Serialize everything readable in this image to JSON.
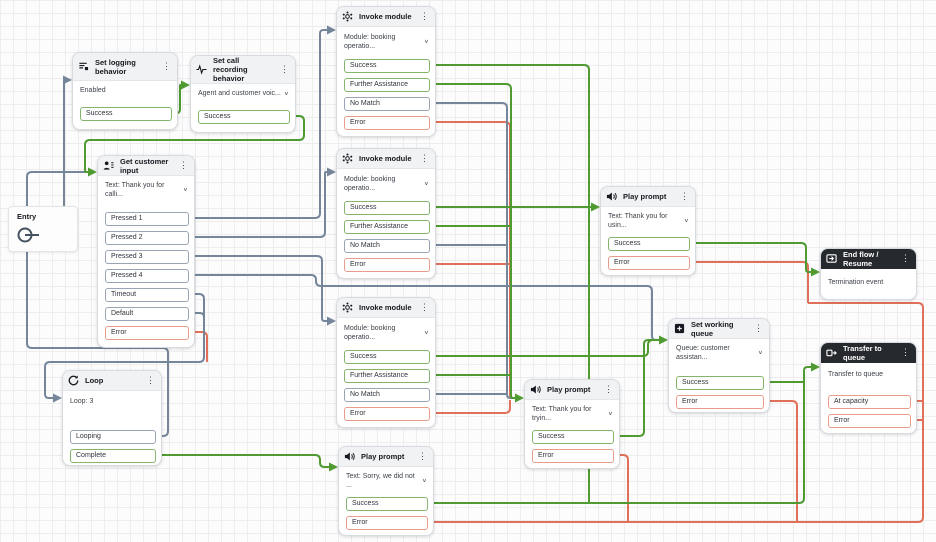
{
  "canvas": {
    "entry_label": "Entry",
    "kebab_glyph": "⋮",
    "chevron_glyph": "∨",
    "colors": {
      "success": "#4f9a31",
      "neutral": "#75869b",
      "error": "#e0705a"
    }
  },
  "nodes": [
    {
      "id": "set-logging-behavior",
      "title": "Set logging behavior",
      "icon": "logging-icon",
      "variant": "light",
      "body": [
        {
          "type": "text",
          "value": "Enabled"
        }
      ],
      "outputs": [
        {
          "label": "Success",
          "kind": "success"
        }
      ]
    },
    {
      "id": "set-call-recording-behavior",
      "title": "Set call recording behavior",
      "icon": "call-recording-icon",
      "variant": "light",
      "body": [
        {
          "type": "dropdown",
          "value": "Agent and customer voic..."
        }
      ],
      "outputs": [
        {
          "label": "Success",
          "kind": "success"
        }
      ]
    },
    {
      "id": "invoke-module-1",
      "title": "Invoke module",
      "icon": "invoke-module-icon",
      "variant": "light",
      "body": [
        {
          "type": "dropdown",
          "value": "Module: booking operatio..."
        }
      ],
      "outputs": [
        {
          "label": "Success",
          "kind": "success"
        },
        {
          "label": "Further Assistance",
          "kind": "success"
        },
        {
          "label": "No Match",
          "kind": "neutral"
        },
        {
          "label": "Error",
          "kind": "error"
        }
      ]
    },
    {
      "id": "get-customer-input",
      "title": "Get customer input",
      "icon": "customer-input-icon",
      "variant": "light",
      "body": [
        {
          "type": "dropdown",
          "value": "Text: Thank you for calli..."
        }
      ],
      "outputs": [
        {
          "label": "Pressed 1",
          "kind": "neutral"
        },
        {
          "label": "Pressed 2",
          "kind": "neutral"
        },
        {
          "label": "Pressed 3",
          "kind": "neutral"
        },
        {
          "label": "Pressed 4",
          "kind": "neutral"
        },
        {
          "label": "Timeout",
          "kind": "neutral"
        },
        {
          "label": "Default",
          "kind": "neutral"
        },
        {
          "label": "Error",
          "kind": "error"
        }
      ]
    },
    {
      "id": "invoke-module-2",
      "title": "Invoke module",
      "icon": "invoke-module-icon",
      "variant": "light",
      "body": [
        {
          "type": "dropdown",
          "value": "Module: booking operatio..."
        }
      ],
      "outputs": [
        {
          "label": "Success",
          "kind": "success"
        },
        {
          "label": "Further Assistance",
          "kind": "success"
        },
        {
          "label": "No Match",
          "kind": "neutral"
        },
        {
          "label": "Error",
          "kind": "error"
        }
      ]
    },
    {
      "id": "invoke-module-3",
      "title": "Invoke module",
      "icon": "invoke-module-icon",
      "variant": "light",
      "body": [
        {
          "type": "dropdown",
          "value": "Module: booking operatio..."
        }
      ],
      "outputs": [
        {
          "label": "Success",
          "kind": "success"
        },
        {
          "label": "Further Assistance",
          "kind": "success"
        },
        {
          "label": "No Match",
          "kind": "neutral"
        },
        {
          "label": "Error",
          "kind": "error"
        }
      ]
    },
    {
      "id": "play-prompt-1",
      "title": "Play prompt",
      "icon": "play-prompt-icon",
      "variant": "light",
      "body": [
        {
          "type": "dropdown",
          "value": "Text: Thank you for usin..."
        }
      ],
      "outputs": [
        {
          "label": "Success",
          "kind": "success"
        },
        {
          "label": "Error",
          "kind": "error"
        }
      ]
    },
    {
      "id": "play-prompt-2",
      "title": "Play prompt",
      "icon": "play-prompt-icon",
      "variant": "light",
      "body": [
        {
          "type": "dropdown",
          "value": "Text: Thank you for tryin..."
        }
      ],
      "outputs": [
        {
          "label": "Success",
          "kind": "success"
        },
        {
          "label": "Error",
          "kind": "error"
        }
      ]
    },
    {
      "id": "play-prompt-3",
      "title": "Play prompt",
      "icon": "play-prompt-icon",
      "variant": "light",
      "body": [
        {
          "type": "dropdown",
          "value": "Text: Sorry, we did not ..."
        }
      ],
      "outputs": [
        {
          "label": "Success",
          "kind": "success"
        },
        {
          "label": "Error",
          "kind": "error"
        }
      ]
    },
    {
      "id": "loop",
      "title": "Loop",
      "icon": "loop-icon",
      "variant": "light",
      "body": [
        {
          "type": "text",
          "value": "Loop: 3"
        }
      ],
      "outputs": [
        {
          "label": "Looping",
          "kind": "neutral"
        },
        {
          "label": "Complete",
          "kind": "success"
        }
      ]
    },
    {
      "id": "set-working-queue",
      "title": "Set working queue",
      "icon": "working-queue-icon",
      "variant": "light",
      "body": [
        {
          "type": "dropdown",
          "value": "Queue: customer assistan..."
        }
      ],
      "outputs": [
        {
          "label": "Success",
          "kind": "success"
        },
        {
          "label": "Error",
          "kind": "error"
        }
      ]
    },
    {
      "id": "end-flow-resume",
      "title": "End flow / Resume",
      "icon": "end-flow-icon",
      "variant": "dark",
      "body": [
        {
          "type": "text",
          "value": "Termination event"
        }
      ],
      "outputs": []
    },
    {
      "id": "transfer-to-queue",
      "title": "Transfer to queue",
      "icon": "transfer-queue-icon",
      "variant": "dark",
      "body": [
        {
          "type": "text",
          "value": "Transfer to queue"
        }
      ],
      "outputs": [
        {
          "label": "At capacity",
          "kind": "error"
        },
        {
          "label": "Error",
          "kind": "error"
        }
      ]
    }
  ],
  "edges": [
    {
      "from": "entry",
      "output": "",
      "to": "set-logging-behavior",
      "kind": "neutral"
    },
    {
      "from": "set-logging-behavior",
      "output": "Success",
      "to": "set-call-recording-behavior",
      "kind": "success"
    },
    {
      "from": "set-call-recording-behavior",
      "output": "Success",
      "to": "get-customer-input",
      "kind": "success"
    },
    {
      "from": "get-customer-input",
      "output": "Pressed 1",
      "to": "invoke-module-1",
      "kind": "neutral"
    },
    {
      "from": "get-customer-input",
      "output": "Pressed 2",
      "to": "invoke-module-2",
      "kind": "neutral"
    },
    {
      "from": "get-customer-input",
      "output": "Pressed 3",
      "to": "invoke-module-3",
      "kind": "neutral"
    },
    {
      "from": "get-customer-input",
      "output": "Pressed 4",
      "to": "set-working-queue",
      "kind": "neutral"
    },
    {
      "from": "get-customer-input",
      "output": "Timeout",
      "to": "loop",
      "kind": "neutral"
    },
    {
      "from": "get-customer-input",
      "output": "Default",
      "to": "loop",
      "kind": "neutral"
    },
    {
      "from": "get-customer-input",
      "output": "Error",
      "to": "loop",
      "kind": "error"
    },
    {
      "from": "invoke-module-1",
      "output": "Success",
      "to": "transfer-to-queue",
      "kind": "success"
    },
    {
      "from": "invoke-module-1",
      "output": "Further Assistance",
      "to": "play-prompt-2",
      "kind": "success"
    },
    {
      "from": "invoke-module-1",
      "output": "No Match",
      "to": "play-prompt-2",
      "kind": "neutral"
    },
    {
      "from": "invoke-module-1",
      "output": "Error",
      "to": "play-prompt-2",
      "kind": "error"
    },
    {
      "from": "invoke-module-2",
      "output": "Success",
      "to": "play-prompt-1",
      "kind": "success"
    },
    {
      "from": "invoke-module-2",
      "output": "Further Assistance",
      "to": "play-prompt-2",
      "kind": "success"
    },
    {
      "from": "invoke-module-2",
      "output": "No Match",
      "to": "play-prompt-2",
      "kind": "neutral"
    },
    {
      "from": "invoke-module-2",
      "output": "Error",
      "to": "play-prompt-2",
      "kind": "error"
    },
    {
      "from": "invoke-module-3",
      "output": "Success",
      "to": "set-working-queue",
      "kind": "success"
    },
    {
      "from": "invoke-module-3",
      "output": "Further Assistance",
      "to": "play-prompt-2",
      "kind": "success"
    },
    {
      "from": "invoke-module-3",
      "output": "No Match",
      "to": "play-prompt-2",
      "kind": "neutral"
    },
    {
      "from": "invoke-module-3",
      "output": "Error",
      "to": "play-prompt-2",
      "kind": "error"
    },
    {
      "from": "play-prompt-1",
      "output": "Success",
      "to": "end-flow-resume",
      "kind": "success"
    },
    {
      "from": "play-prompt-1",
      "output": "Error",
      "to": "error-channel",
      "kind": "error"
    },
    {
      "from": "play-prompt-2",
      "output": "Success",
      "to": "set-working-queue",
      "kind": "success"
    },
    {
      "from": "play-prompt-2",
      "output": "Error",
      "to": "error-channel",
      "kind": "error"
    },
    {
      "from": "play-prompt-3",
      "output": "Success",
      "to": "transfer-to-queue",
      "kind": "success"
    },
    {
      "from": "play-prompt-3",
      "output": "Error",
      "to": "error-channel",
      "kind": "error"
    },
    {
      "from": "loop",
      "output": "Looping",
      "to": "get-customer-input",
      "kind": "neutral"
    },
    {
      "from": "loop",
      "output": "Complete",
      "to": "play-prompt-3",
      "kind": "success"
    },
    {
      "from": "set-working-queue",
      "output": "Success",
      "to": "transfer-to-queue",
      "kind": "success"
    },
    {
      "from": "set-working-queue",
      "output": "Error",
      "to": "error-channel",
      "kind": "error"
    },
    {
      "from": "transfer-to-queue",
      "output": "At capacity",
      "to": "error-channel",
      "kind": "error"
    },
    {
      "from": "transfer-to-queue",
      "output": "Error",
      "to": "error-channel",
      "kind": "error"
    }
  ]
}
